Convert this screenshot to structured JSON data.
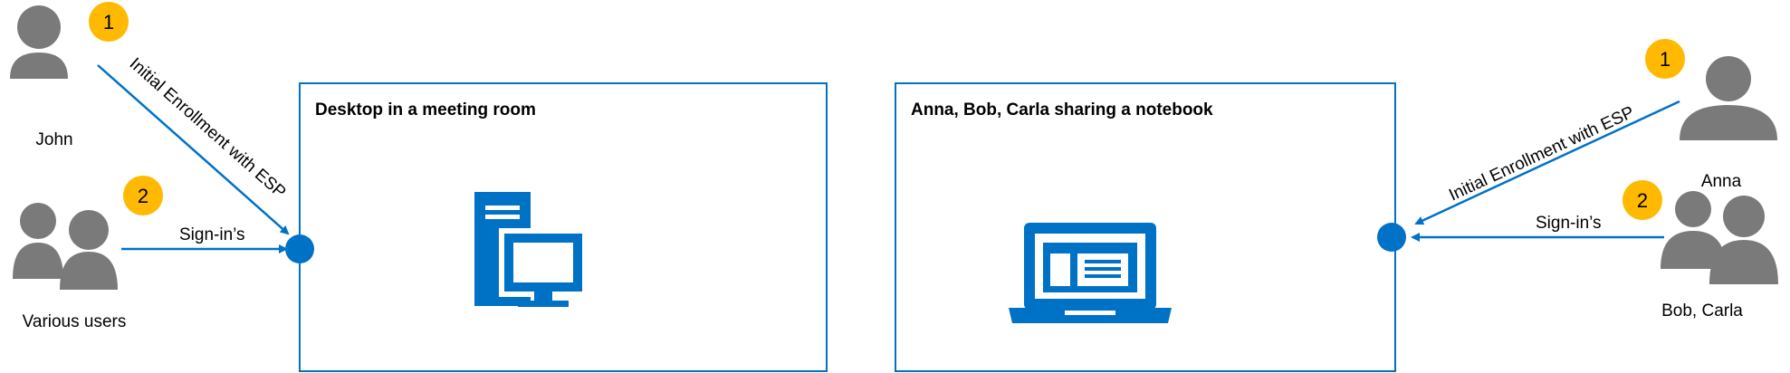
{
  "colors": {
    "accent": "#0072C6",
    "badge": "#FFB900",
    "person": "#7A7A7A",
    "box_border": "#0072C6"
  },
  "left": {
    "box_title": "Desktop in a meeting room",
    "device_icon": "desktop-computer-icon",
    "user_single": {
      "name": "John",
      "badge": "1",
      "icon": "person-icon"
    },
    "user_group": {
      "name": "Various users",
      "badge": "2",
      "icon": "group-icon"
    },
    "arrow_enrollment": "Initial Enrollment with ESP",
    "arrow_signin": "Sign-in’s"
  },
  "right": {
    "box_title": "Anna, Bob, Carla sharing a notebook",
    "device_icon": "laptop-icon",
    "user_single": {
      "name": "Anna",
      "badge": "1",
      "icon": "person-icon"
    },
    "user_group": {
      "name": "Bob, Carla",
      "badge": "2",
      "icon": "group-icon"
    },
    "arrow_enrollment": "Initial Enrollment with ESP",
    "arrow_signin": "Sign-in’s"
  }
}
